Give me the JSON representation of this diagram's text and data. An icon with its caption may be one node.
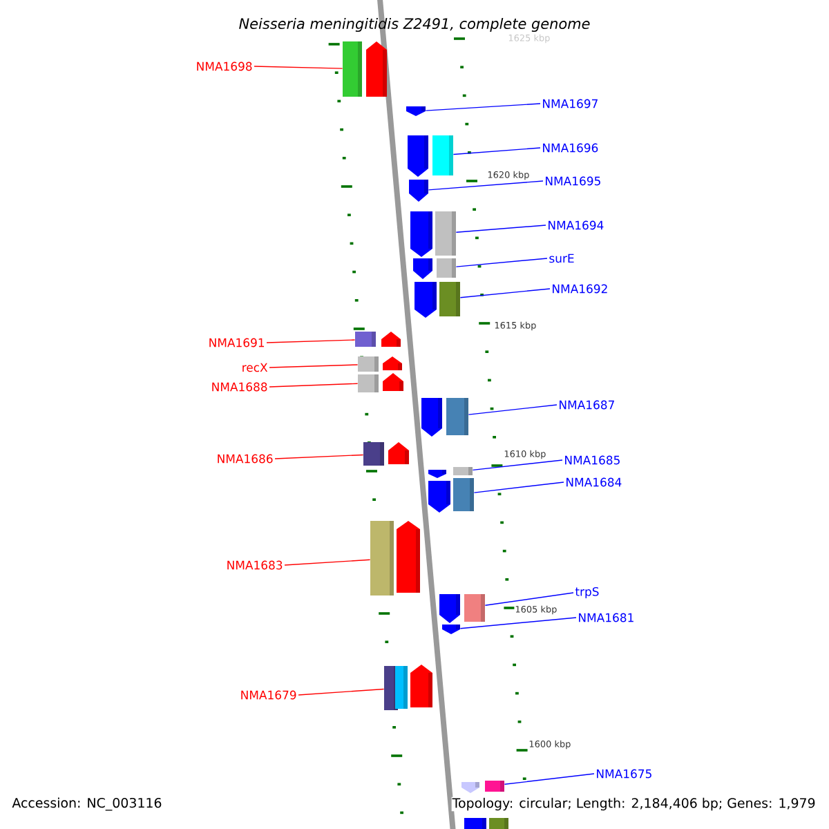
{
  "diagram": {
    "title": "Neisseria meningitidis Z2491, complete genome",
    "nodes": [
      {
        "text": [
          "NMA1698"
        ]
      },
      {
        "text": [
          "NMA1697"
        ]
      },
      {
        "text": [
          "NMA1696"
        ]
      },
      {
        "text": [
          "NMA1695"
        ]
      },
      {
        "text": [
          "NMA1694"
        ]
      },
      {
        "text": [
          "surE"
        ]
      },
      {
        "text": [
          "NMA1692"
        ]
      },
      {
        "text": [
          "NMA1691"
        ]
      },
      {
        "text": [
          "recX"
        ]
      },
      {
        "text": [
          "NMA1688"
        ]
      },
      {
        "text": [
          "NMA1687"
        ]
      },
      {
        "text": [
          "NMA1686"
        ]
      },
      {
        "text": [
          "NMA1685"
        ]
      },
      {
        "text": [
          "NMA1684"
        ]
      },
      {
        "text": [
          "NMA1683"
        ]
      },
      {
        "text": [
          "trpS"
        ]
      },
      {
        "text": [
          "NMA1681"
        ]
      },
      {
        "text": [
          "NMA1679"
        ]
      },
      {
        "text": [
          "NMA1675"
        ]
      },
      {
        "text": [],
        "shape": "box"
      },
      {
        "text": [],
        "shape": "box"
      },
      {
        "text": [],
        "shape": "box"
      },
      {
        "text": [],
        "shape": "box"
      },
      {
        "text": [],
        "shape": "box"
      },
      {
        "text": [],
        "shape": "box"
      },
      {
        "text": [],
        "shape": "box"
      },
      {
        "text": [],
        "shape": "box"
      },
      {
        "text": [],
        "shape": "box"
      },
      {
        "text": [],
        "shape": "box"
      },
      {
        "text": [],
        "shape": "box"
      },
      {
        "text": [],
        "shape": "box"
      },
      {
        "text": [],
        "shape": "box"
      },
      {
        "text": [],
        "shape": "box"
      },
      {
        "text": [],
        "shape": "box"
      },
      {
        "text": [],
        "shape": "box"
      },
      {
        "text": [],
        "shape": "box"
      },
      {
        "text": [],
        "shape": "box"
      },
      {
        "text": [],
        "shape": "box"
      }
    ],
    "edges": [
      {
        "from": 0,
        "to": 19,
        "arrow": "none",
        "color": "#ff0000"
      },
      {
        "from": 1,
        "to": 20,
        "arrow": "none",
        "color": "#0000ff"
      },
      {
        "from": 2,
        "to": 21,
        "arrow": "none",
        "color": "#0000ff"
      },
      {
        "from": 3,
        "to": 22,
        "arrow": "none",
        "color": "#0000ff"
      },
      {
        "from": 4,
        "to": 23,
        "arrow": "none",
        "color": "#0000ff"
      },
      {
        "from": 5,
        "to": 24,
        "arrow": "none",
        "color": "#0000ff"
      },
      {
        "from": 6,
        "to": 25,
        "arrow": "none",
        "color": "#0000ff"
      },
      {
        "from": 7,
        "to": 26,
        "arrow": "none",
        "color": "#ff0000"
      },
      {
        "from": 8,
        "to": 27,
        "arrow": "none",
        "color": "#ff0000"
      },
      {
        "from": 9,
        "to": 28,
        "arrow": "none",
        "color": "#ff0000"
      },
      {
        "from": 10,
        "to": 29,
        "arrow": "none",
        "color": "#0000ff"
      },
      {
        "from": 11,
        "to": 30,
        "arrow": "none",
        "color": "#ff0000"
      },
      {
        "from": 12,
        "to": 31,
        "arrow": "none",
        "color": "#0000ff"
      },
      {
        "from": 13,
        "to": 32,
        "arrow": "none",
        "color": "#0000ff"
      },
      {
        "from": 14,
        "to": 33,
        "arrow": "none",
        "color": "#ff0000"
      },
      {
        "from": 15,
        "to": 34,
        "arrow": "none",
        "color": "#0000ff"
      },
      {
        "from": 16,
        "to": 35,
        "arrow": "none",
        "color": "#0000ff"
      },
      {
        "from": 17,
        "to": 36,
        "arrow": "none",
        "color": "#ff0000"
      },
      {
        "from": 18,
        "to": 37,
        "arrow": "none",
        "color": "#0000ff"
      }
    ],
    "labels": [
      "1625 kbp",
      "1620 kbp",
      "1615 kbp",
      "1610 kbp",
      "1605 kbp",
      "1600 kbp",
      "Accession: NC_003116",
      "Topology: circular; Length: 2,184,406 bp; Genes: 1,979"
    ]
  }
}
